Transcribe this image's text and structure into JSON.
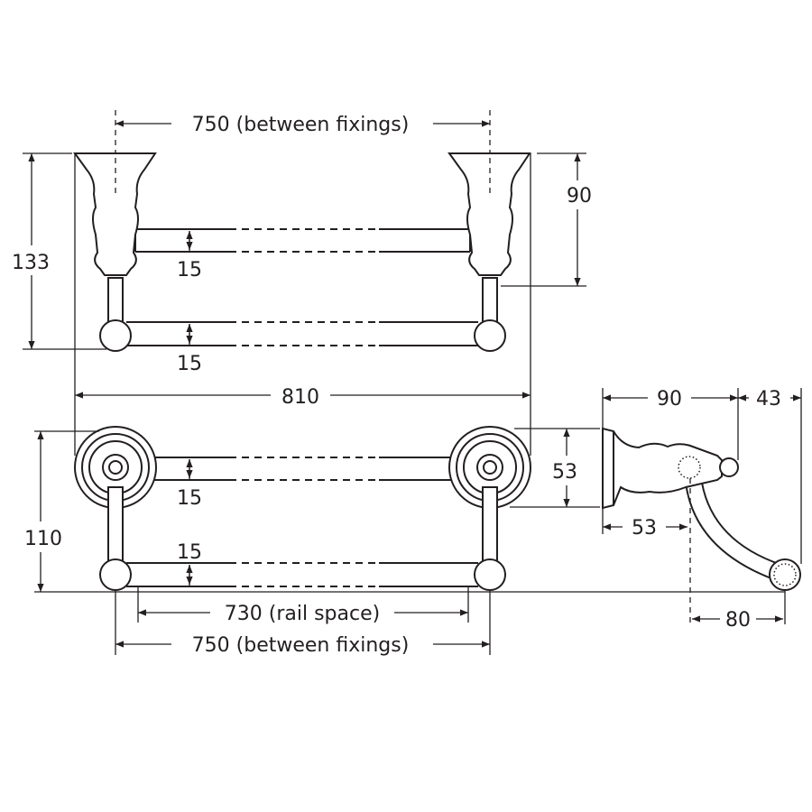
{
  "front_view": {
    "top_fixings": "750 (between fixings)",
    "height_total": "133",
    "bracket_height": "90",
    "upper_rail_dia": "15",
    "lower_rail_dia": "15",
    "overall_width": "810"
  },
  "plan_view": {
    "depth": "110",
    "rosette_dia": "53",
    "upper_rail_dia": "15",
    "lower_rail_dia": "15",
    "rail_space": "730 (rail space)",
    "bottom_fixings": "750 (between fixings)"
  },
  "side_view": {
    "bracket_depth": "90",
    "knob_depth": "43",
    "plate_offset": "53",
    "arm_reach": "80"
  }
}
